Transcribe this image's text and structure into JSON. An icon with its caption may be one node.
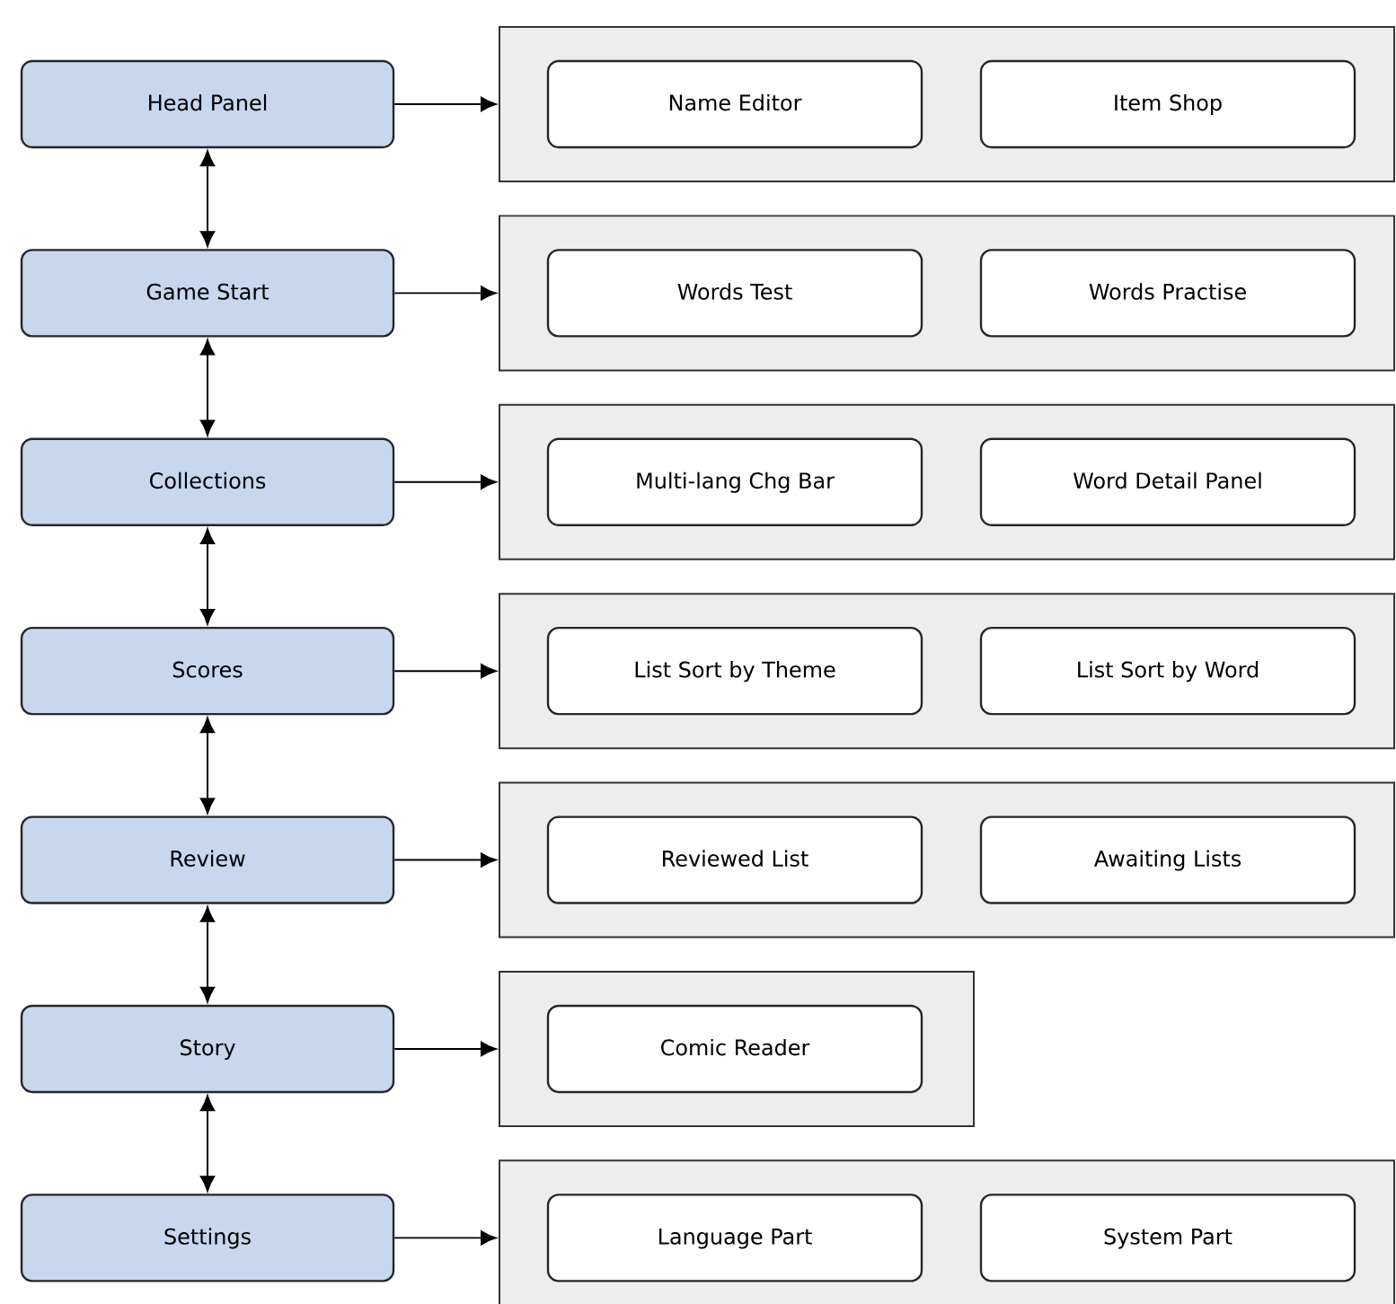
{
  "diagram": {
    "nodes": [
      {
        "text": [
          "Head Panel"
        ]
      },
      {
        "text": [],
        "shape": "box"
      },
      {
        "text": [
          "Name Editor"
        ],
        "in": 1
      },
      {
        "text": [
          "Item Shop"
        ],
        "in": 1
      },
      {
        "text": [
          "Game Start"
        ]
      },
      {
        "text": [],
        "shape": "box"
      },
      {
        "text": [
          "Words Test"
        ],
        "in": 5
      },
      {
        "text": [
          "Words Practise"
        ],
        "in": 5
      },
      {
        "text": [
          "Collections"
        ]
      },
      {
        "text": [],
        "shape": "box"
      },
      {
        "text": [
          "Multi-lang Chg Bar"
        ],
        "in": 9
      },
      {
        "text": [
          "Word Detail Panel"
        ],
        "in": 9
      },
      {
        "text": [
          "Scores"
        ]
      },
      {
        "text": [],
        "shape": "box"
      },
      {
        "text": [
          "List Sort by Theme"
        ],
        "in": 13
      },
      {
        "text": [
          "List Sort by Word"
        ],
        "in": 13
      },
      {
        "text": [
          "Review"
        ]
      },
      {
        "text": [],
        "shape": "box"
      },
      {
        "text": [
          "Reviewed List"
        ],
        "in": 17
      },
      {
        "text": [
          "Awaiting Lists"
        ],
        "in": 17
      },
      {
        "text": [
          "Story"
        ]
      },
      {
        "text": [],
        "shape": "box"
      },
      {
        "text": [
          "Comic Reader"
        ],
        "in": 21
      },
      {
        "text": [
          "Settings"
        ]
      },
      {
        "text": [],
        "shape": "box"
      },
      {
        "text": [
          "Language Part"
        ],
        "in": 24
      },
      {
        "text": [
          "System Part"
        ],
        "in": 24
      }
    ],
    "edges": [
      {
        "from": 0,
        "to": 1,
        "arrow": "to"
      },
      {
        "from": 4,
        "to": 5,
        "arrow": "to"
      },
      {
        "from": 8,
        "to": 9,
        "arrow": "to"
      },
      {
        "from": 12,
        "to": 13,
        "arrow": "to"
      },
      {
        "from": 16,
        "to": 17,
        "arrow": "to"
      },
      {
        "from": 20,
        "to": 21,
        "arrow": "to"
      },
      {
        "from": 23,
        "to": 24,
        "arrow": "to"
      },
      {
        "from": 0,
        "to": 4,
        "arrow": "both"
      },
      {
        "from": 4,
        "to": 8,
        "arrow": "both"
      },
      {
        "from": 8,
        "to": 12,
        "arrow": "both"
      },
      {
        "from": 12,
        "to": 16,
        "arrow": "both"
      },
      {
        "from": 16,
        "to": 20,
        "arrow": "both"
      },
      {
        "from": 20,
        "to": 23,
        "arrow": "both"
      }
    ]
  }
}
